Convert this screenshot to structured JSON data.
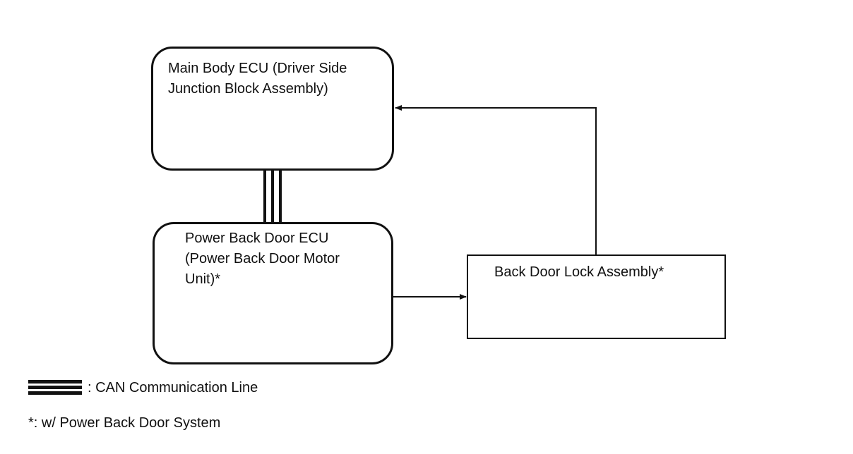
{
  "diagram": {
    "blocks": {
      "main_body_ecu": "Main Body ECU (Driver Side\nJunction Block Assembly)",
      "power_back_door_ecu": "Power Back Door ECU\n(Power Back Door Motor\nUnit)*",
      "back_door_lock_assembly": "Back Door Lock Assembly*"
    },
    "connections": [
      {
        "from": "Main Body ECU (Driver Side Junction Block Assembly)",
        "to": "Power Back Door ECU (Power Back Door Motor Unit)*",
        "type": "CAN Communication Line"
      },
      {
        "from": "Power Back Door ECU (Power Back Door Motor Unit)*",
        "to": "Back Door Lock Assembly*",
        "type": "arrow"
      },
      {
        "from": "Back Door Lock Assembly*",
        "to": "Main Body ECU (Driver Side Junction Block Assembly)",
        "type": "arrow"
      }
    ],
    "legend": {
      "can_line_label": ": CAN Communication Line",
      "footnote": "*: w/ Power Back Door System"
    },
    "colors": {
      "line": "#111111",
      "background": "#ffffff"
    }
  }
}
